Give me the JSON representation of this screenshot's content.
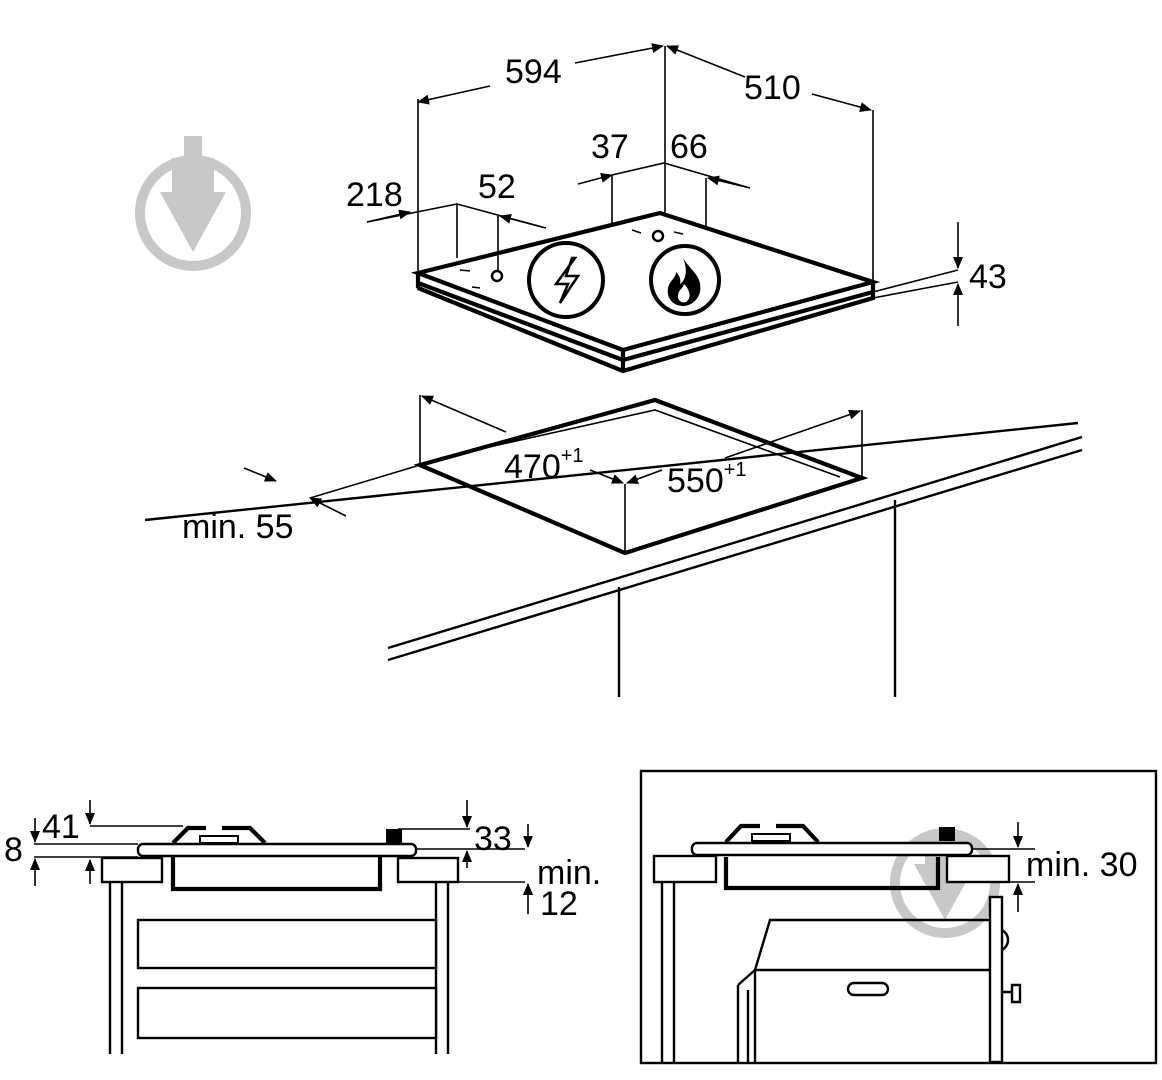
{
  "dimensions": {
    "hob_width": "594",
    "hob_depth": "510",
    "connection_left": "218",
    "connection_left_depth": "52",
    "connection_right_left": "37",
    "connection_right_right": "66",
    "hob_height": "43",
    "cutout_depth": "470",
    "cutout_depth_tol": "+1",
    "cutout_width": "550",
    "cutout_width_tol": "+1",
    "edge_min": "min. 55"
  },
  "side_section": {
    "top_height": "41",
    "glass_thickness": "8",
    "right_height": "33",
    "min_label": "min.",
    "min_value": "12"
  },
  "oven_section": {
    "clearance": "min. 30"
  },
  "icons": {
    "electric": "lightning-icon",
    "gas": "flame-icon",
    "watermark": "shield-arrow-watermark"
  },
  "colors": {
    "line": "#000000",
    "watermark": "#c8c8c8",
    "background": "#ffffff"
  }
}
